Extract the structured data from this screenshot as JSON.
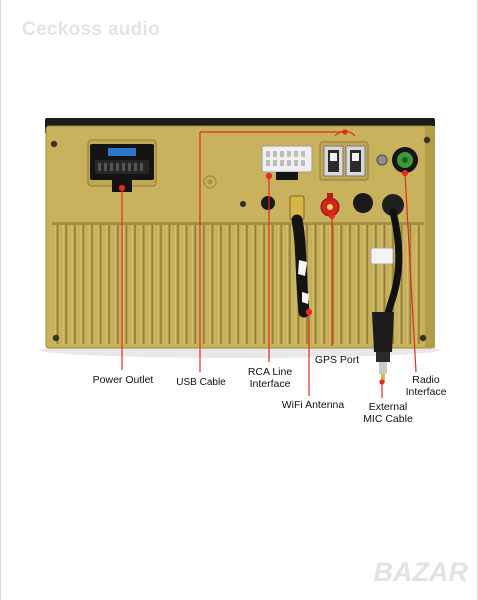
{
  "watermark": {
    "text": "Ceckoss audio"
  },
  "brand_logo": {
    "text": "BAZAR"
  },
  "labels": {
    "power_outlet": "Power Outlet",
    "usb_cable": "USB Cable",
    "rca_line_1": "RCA Line",
    "rca_line_2": "Interface",
    "gps_port": "GPS Port",
    "radio_1": "Radio",
    "radio_2": "Interface",
    "wifi_antenna": "WiFi Antenna",
    "mic_1": "External",
    "mic_2": "MIC Cable"
  },
  "colors": {
    "panel": "#c8b25e",
    "panel_dark": "#a48f3e",
    "callout": "#e52a22",
    "connector_black": "#161616"
  }
}
